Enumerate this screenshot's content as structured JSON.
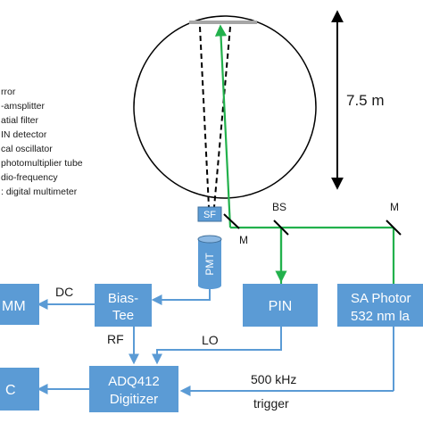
{
  "legend": {
    "items": [
      "rror",
      "-amsplitter",
      "atial filter",
      "IN detector",
      "cal oscillator",
      "photomultiplier tube",
      "dio-frequency",
      ": digital multimeter"
    ]
  },
  "scale": {
    "label": "7.5 m"
  },
  "labels": {
    "sf": "SF",
    "pmt": "PMT",
    "bs": "BS",
    "m_right": "M",
    "m_left": "M",
    "dc": "DC",
    "rf": "RF",
    "lo": "LO",
    "freq": "500 kHz",
    "trigger": "trigger"
  },
  "boxes": {
    "dmm": "MM",
    "bias_tee_1": "Bias-",
    "bias_tee_2": "Tee",
    "pin": "PIN",
    "sa_1": "SA Photor",
    "sa_2": "532 nm la",
    "adq_1": "ADQ412",
    "adq_2": "Digitizer",
    "pc": "C"
  },
  "colors": {
    "box_fill": "#5b9bd5",
    "wire": "#5b9bd5",
    "beam": "#22b14c",
    "mirror": "#a6a6a6"
  }
}
